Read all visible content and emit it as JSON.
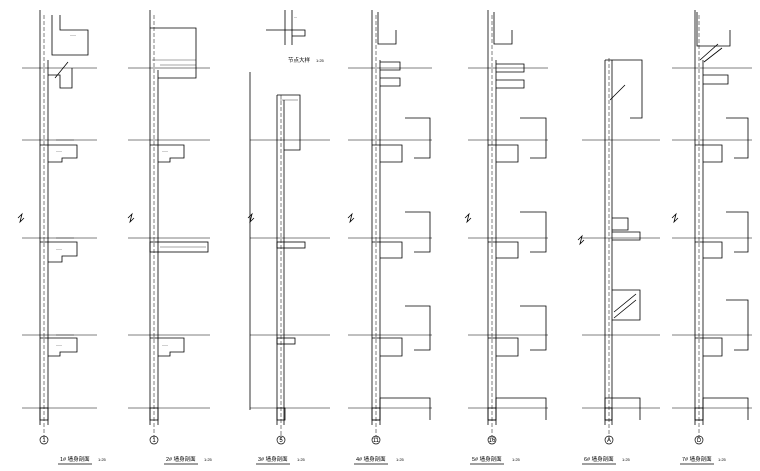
{
  "sections": [
    {
      "id": "s1",
      "caption": "1# 墙身剖面",
      "scale": "1:25",
      "axis": "1"
    },
    {
      "id": "s2",
      "caption": "2# 墙身剖面",
      "scale": "1:25",
      "axis": "1"
    },
    {
      "id": "s3",
      "caption": "3# 墙身剖面",
      "scale": "1:25",
      "axis": "5"
    },
    {
      "id": "s4",
      "caption": "4# 墙身剖面",
      "scale": "1:25",
      "axis": "11"
    },
    {
      "id": "s5",
      "caption": "5# 墙身剖面",
      "scale": "1:25",
      "axis": "16"
    },
    {
      "id": "s6",
      "caption": "6# 墙身剖面",
      "scale": "1:25",
      "axis": "A"
    },
    {
      "id": "s7",
      "caption": "7# 墙身剖面",
      "scale": "1:25",
      "axis": "D"
    }
  ],
  "detail": {
    "caption": "节点大样",
    "scale": "1:25"
  },
  "colors": {
    "ink": "#000000",
    "paper": "#ffffff"
  }
}
